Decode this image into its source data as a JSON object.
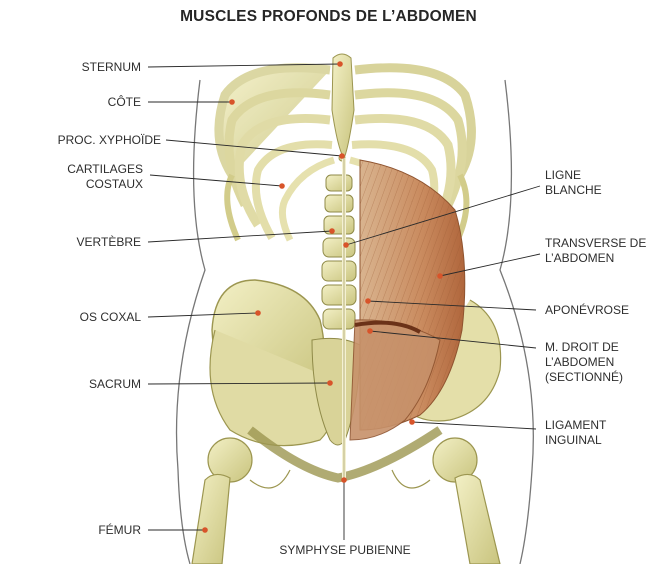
{
  "title": "MUSCLES PROFONDS DE L’ABDOMEN",
  "labels_left": {
    "sternum": "STERNUM",
    "cote": "CÔTE",
    "xiphoide": "PROC. XYPHOÏDE",
    "cartilages_1": "CARTILAGES",
    "cartilages_2": "COSTAUX",
    "vertebre": "VERTÈBRE",
    "os_coxal": "OS COXAL",
    "sacrum": "SACRUM",
    "femur": "FÉMUR"
  },
  "labels_right": {
    "ligne_1": "LIGNE",
    "ligne_2": "BLANCHE",
    "transverse_1": "TRANSVERSE DE",
    "transverse_2": "L’ABDOMEN",
    "aponevrose": "APONÉVROSE",
    "droit_1": "M. DROIT DE",
    "droit_2": "L’ABDOMEN",
    "droit_3": "(SECTIONNÉ)",
    "ligament_1": "LIGAMENT",
    "ligament_2": "INGUINAL"
  },
  "label_bottom": "SYMPHYSE PUBIENNE",
  "colors": {
    "bone": "#e8e4a8",
    "bone_shade": "#b9b46a",
    "muscle": "#cf9f78",
    "muscle_dark": "#a8643c",
    "leader": "#2a2a2a",
    "dot": "#d8542a"
  }
}
